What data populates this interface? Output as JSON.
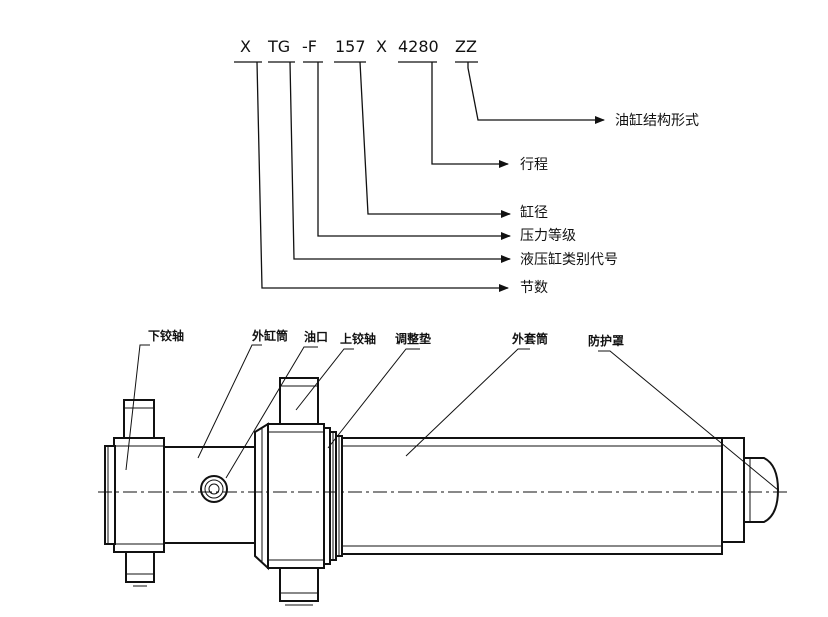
{
  "model_code": {
    "parts": [
      "X",
      "TG",
      "-F",
      "157",
      "X",
      "4280",
      "ZZ"
    ]
  },
  "code_legend": [
    "油缸结构形式",
    "行程",
    "缸径",
    "压力等级",
    "液压缸类别代号",
    "节数"
  ],
  "part_labels": {
    "lower_hinge_shaft": "下铰轴",
    "outer_cylinder": "外缸筒",
    "oil_port": "油口",
    "upper_hinge_shaft": "上铰轴",
    "adjusting_gasket": "调整垫",
    "outer_sleeve": "外套筒",
    "protective_cover": "防护罩"
  }
}
